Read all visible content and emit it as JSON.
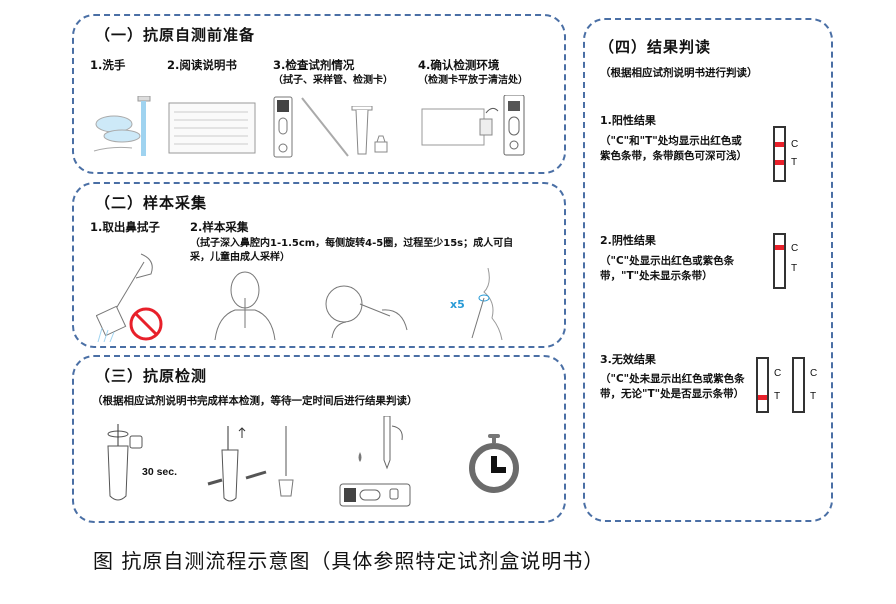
{
  "sections": {
    "prep": {
      "title": "（一）抗原自测前准备",
      "steps": [
        {
          "label": "1.洗手",
          "sub": ""
        },
        {
          "label": "2.阅读说明书",
          "sub": ""
        },
        {
          "label": "3.检查试剂情况",
          "sub": "（拭子、采样管、检测卡）"
        },
        {
          "label": "4.确认检测环境",
          "sub": "（检测卡平放于清洁处）"
        }
      ]
    },
    "sampling": {
      "title": "（二）样本采集",
      "steps": [
        {
          "label": "1.取出鼻拭子"
        },
        {
          "label": "2.样本采集"
        }
      ],
      "note": "（拭子深入鼻腔内1-1.5cm，每侧旋转4-5圈，过程至少15s；成人可自采，儿童由成人采样）",
      "rotation_label": "x5"
    },
    "testing": {
      "title": "（三）抗原检测",
      "note": "（根据相应试剂说明书完成样本检测，等待一定时间后进行结果判读）",
      "time_label": "30 sec."
    },
    "results": {
      "title": "（四）结果判读",
      "note": "（根据相应试剂说明书进行判读）",
      "items": [
        {
          "title": "1.阳性结果",
          "desc": "（\"C\"和\"T\"处均显示出红色或紫色条带，条带颜色可深可浅）"
        },
        {
          "title": "2.阴性结果",
          "desc": "（\"C\"处显示出红色或紫色条带，\"T\"处未显示条带）"
        },
        {
          "title": "3.无效结果",
          "desc": "（\"C\"处未显示出红色或紫色条带，无论\"T\"处是否显示条带）"
        }
      ],
      "c_label": "C",
      "t_label": "T"
    }
  },
  "caption": "图  抗原自测流程示意图（具体参照特定试剂盒说明书）",
  "colors": {
    "border": "#4a6fa5",
    "band": "#e8202a",
    "water": "#9fd3f0",
    "accent": "#2a9bd6"
  }
}
